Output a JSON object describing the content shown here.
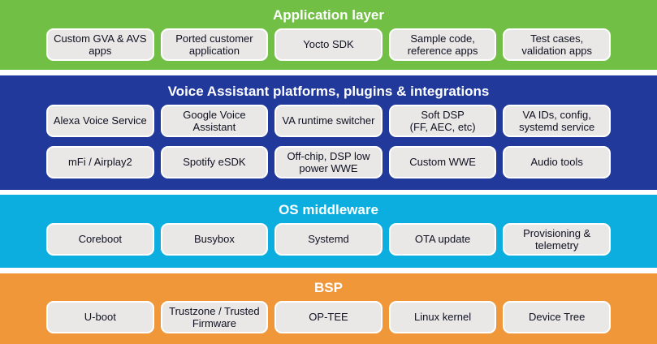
{
  "palette": {
    "application_layer": "#71BF44",
    "voice_assistant_layer": "#20399B",
    "os_middleware_layer": "#0CAEE0",
    "bsp_layer": "#F0973A",
    "box_background": "#E9E8E7",
    "box_border": "#FFFFFF",
    "box_text": "#101020",
    "title_text": "#FFFFFF"
  },
  "layers": [
    {
      "title": "Application layer",
      "color": "#71BF44",
      "rows": [
        [
          "Custom GVA & AVS\napps",
          "Ported customer\napplication",
          "Yocto SDK",
          "Sample code,\nreference apps",
          "Test cases,\nvalidation apps"
        ]
      ]
    },
    {
      "title": "Voice Assistant platforms, plugins & integrations",
      "color": "#20399B",
      "rows": [
        [
          "Alexa Voice Service",
          "Google Voice\nAssistant",
          "VA runtime switcher",
          "Soft DSP\n(FF, AEC, etc)",
          "VA IDs, config,\nsystemd service"
        ],
        [
          "mFi / Airplay2",
          "Spotify eSDK",
          "Off-chip, DSP low\npower WWE",
          "Custom WWE",
          "Audio tools"
        ]
      ]
    },
    {
      "title": "OS middleware",
      "color": "#0CAEE0",
      "rows": [
        [
          "Coreboot",
          "Busybox",
          "Systemd",
          "OTA update",
          "Provisioning &\ntelemetry"
        ]
      ]
    },
    {
      "title": "BSP",
      "color": "#F0973A",
      "rows": [
        [
          "U-boot",
          "Trustzone / Trusted\nFirmware",
          "OP-TEE",
          "Linux kernel",
          "Device Tree"
        ]
      ]
    }
  ]
}
